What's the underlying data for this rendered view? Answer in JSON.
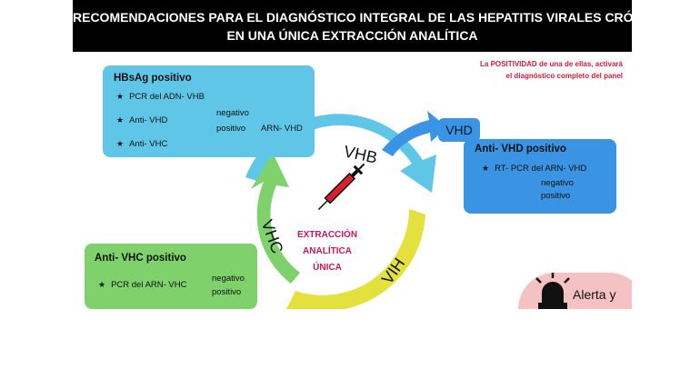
{
  "title": {
    "line1": "RECOMENDACIONES PARA EL DIAGNÓSTICO INTEGRAL DE LAS HEPATITIS VIRALES CRÓNICAS",
    "line2": "EN UNA ÚNICA EXTRACCIÓN ANALÍTICA"
  },
  "note": {
    "line1_prefix": "La ",
    "line1_bold": "POSITIVIDAD",
    "line1_suffix": " de una de ellas, activará",
    "line2": "el diagnóstico completo del panel"
  },
  "hbsag": {
    "title": "HBsAg positivo",
    "item1": "PCR del ADN- VHB",
    "item2": "Anti- VHD",
    "item2_neg": "negativo",
    "item2_pos": "positivo",
    "item2_result": "ARN- VHD",
    "item3": "Anti- VHC"
  },
  "vhd": {
    "tag": "VHD",
    "title": "Anti- VHD positivo",
    "item1": "RT- PCR del ARN- VHD",
    "neg": "negativo",
    "pos": "positivo"
  },
  "vhc": {
    "title": "Anti- VHC positivo",
    "item1": "PCR del ARN- VHC",
    "neg": "negativo",
    "pos": "positivo"
  },
  "cycle": {
    "vhb": "VHB",
    "vih": "VIH",
    "vhc": "VHC",
    "center_line1": "EXTRACCIÓN ANALÍTICA",
    "center_line2": "ÚNICA"
  },
  "alert": {
    "text": "Alerta y"
  },
  "colors": {
    "vhb_blue": "#5fc6e8",
    "vhd_blue": "#3a94e3",
    "vhc_green": "#7fd16b",
    "vih_yellow": "#e3e13e",
    "accent_red": "#c6185a"
  }
}
